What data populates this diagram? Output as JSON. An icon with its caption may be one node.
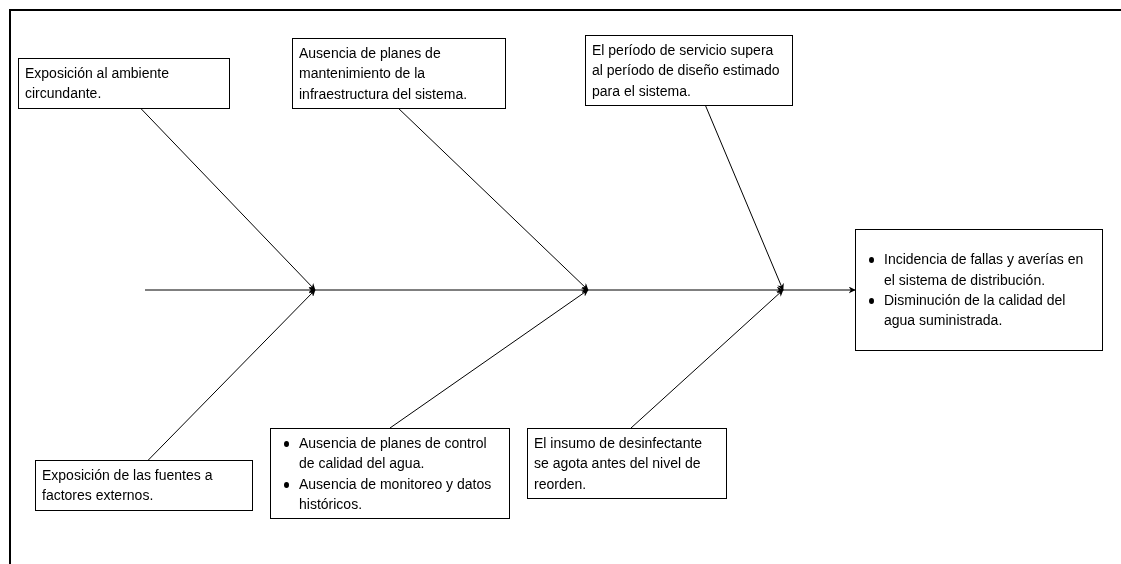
{
  "diagram": {
    "nodes": [
      {
        "text": [
          "Exposición al ambiente circundante."
        ]
      },
      {
        "text": [
          "Ausencia de planes de mantenimiento de la infraestructura del sistema."
        ]
      },
      {
        "text": [
          "El período de servicio supera al período de diseño estimado para el sistema."
        ]
      },
      {
        "text": [
          "Exposición de las fuentes a factores externos."
        ]
      },
      {
        "text": [
          "Ausencia de planes de control de calidad del agua.",
          "Ausencia de monitoreo y datos históricos."
        ]
      },
      {
        "text": [
          "El insumo de desinfectante se agota antes del nivel de reorden."
        ]
      },
      {
        "text": [
          "Incidencia de fallas y averías en el sistema de distribución.",
          "Disminución de la calidad del agua suministrada."
        ]
      }
    ],
    "edges": [
      {
        "from": null,
        "to": 6,
        "arrow": "to"
      },
      {
        "from": 0,
        "to": null,
        "arrow": "to"
      },
      {
        "from": 1,
        "to": null,
        "arrow": "to"
      },
      {
        "from": 2,
        "to": null,
        "arrow": "to"
      },
      {
        "from": 3,
        "to": null,
        "arrow": "to"
      },
      {
        "from": 4,
        "to": null,
        "arrow": "to"
      },
      {
        "from": 5,
        "to": null,
        "arrow": "to"
      }
    ]
  }
}
